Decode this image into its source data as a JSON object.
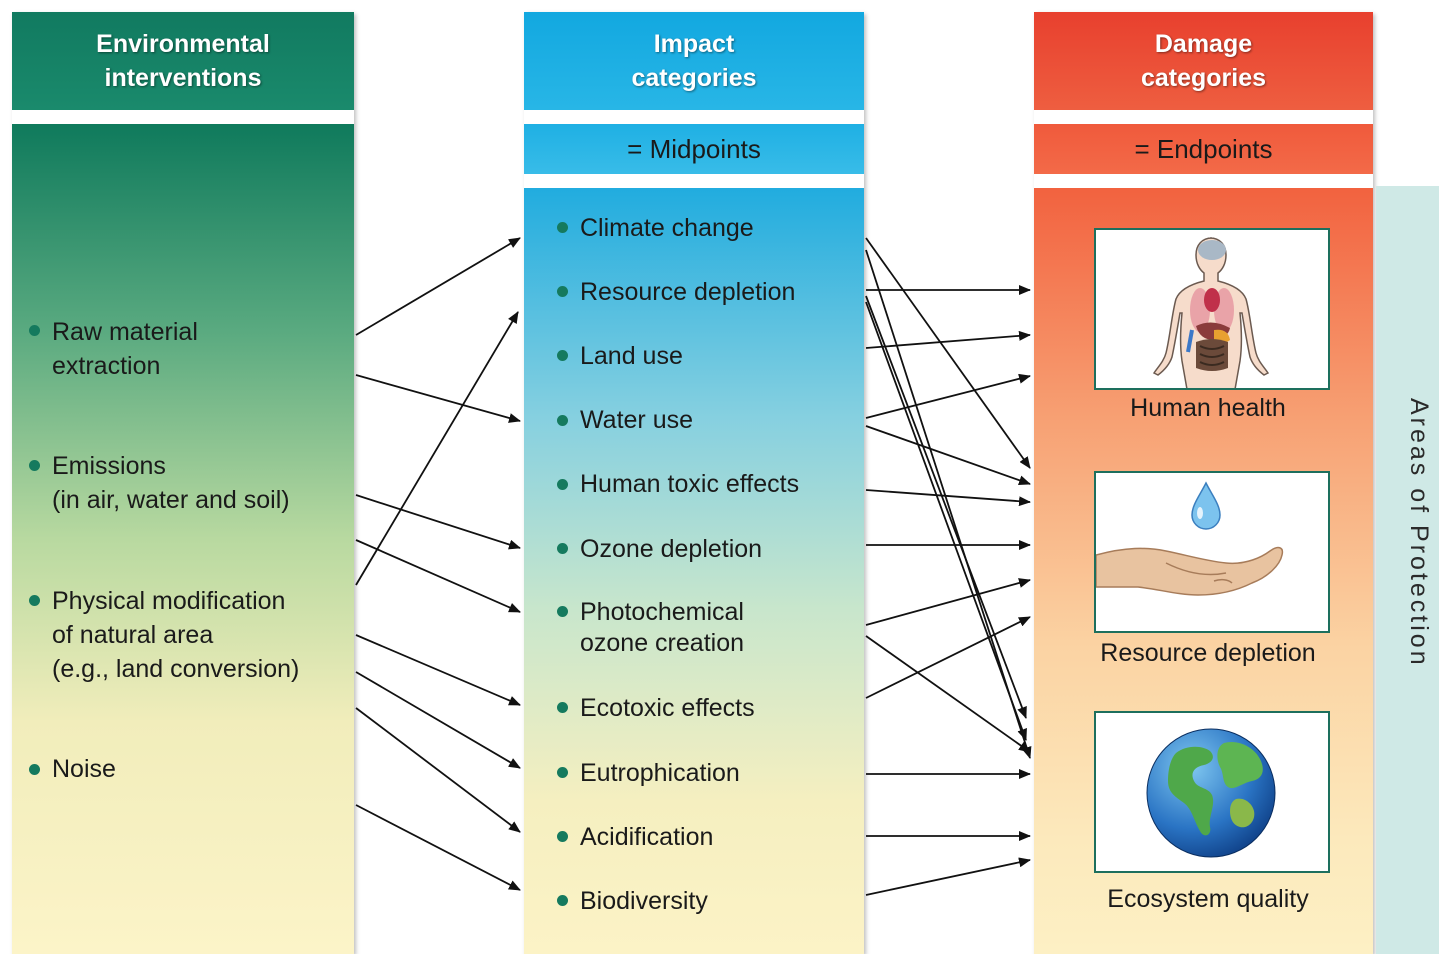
{
  "columns": {
    "interventions": {
      "title_line1": "Environmental",
      "title_line2": "interventions"
    },
    "impact": {
      "title_line1": "Impact",
      "title_line2": "categories",
      "subheader": "= Midpoints"
    },
    "damage": {
      "title_line1": "Damage",
      "title_line2": "categories",
      "subheader": "= Endpoints"
    }
  },
  "interventions": [
    {
      "line1": "Raw material",
      "line2": "extraction"
    },
    {
      "line1": "Emissions",
      "line2": "(in air, water and soil)"
    },
    {
      "line1": "Physical modification",
      "line2": "of natural area",
      "line3": "(e.g., land conversion)"
    },
    {
      "line1": "Noise"
    }
  ],
  "impacts": [
    {
      "line1": "Climate change"
    },
    {
      "line1": "Resource depletion"
    },
    {
      "line1": "Land use"
    },
    {
      "line1": "Water use"
    },
    {
      "line1": "Human toxic effects"
    },
    {
      "line1": "Ozone depletion"
    },
    {
      "line1": "Photochemical",
      "line2": "ozone creation"
    },
    {
      "line1": "Ecotoxic effects"
    },
    {
      "line1": "Eutrophication"
    },
    {
      "line1": "Acidification"
    },
    {
      "line1": "Biodiversity"
    }
  ],
  "damages": [
    {
      "label": "Human health",
      "icon": "human-body-organs-icon"
    },
    {
      "label": "Resource depletion",
      "icon": "hand-water-drop-icon"
    },
    {
      "label": "Ecosystem quality",
      "icon": "globe-icon"
    }
  ],
  "areas_label": "Areas of Protection",
  "colors": {
    "interventions_header": "#117a60",
    "impact_header": "#12a8e0",
    "damage_header": "#e8402e",
    "bullet": "#157a5e",
    "areas_band": "#cfe9e6"
  }
}
